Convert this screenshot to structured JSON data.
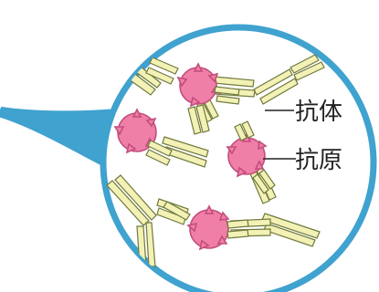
{
  "labels": {
    "antibody": "抗体",
    "antigen": "抗原"
  },
  "colors": {
    "bubble_fill": "#ffffff",
    "bubble_stroke": "#3fa2cf",
    "tail_fill": "#3fa2cf",
    "antigen_fill": "#f07fa8",
    "antigen_stroke": "#c24d7c",
    "antibody_fill": "#f3f1b6",
    "antibody_stroke": "#6f7a3c",
    "leader_line": "#222222"
  },
  "icons": {
    "antigen": "spiky-sphere",
    "antibody": "y-shaped-molecule"
  }
}
